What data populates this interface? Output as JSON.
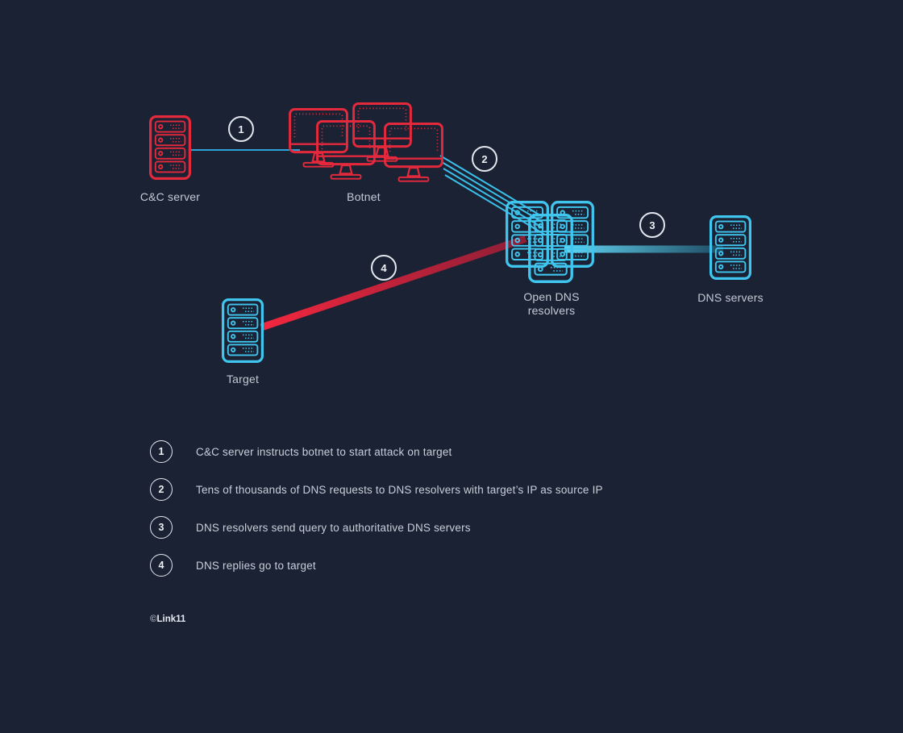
{
  "colors": {
    "background": "#1a2234",
    "red_accent": "#e5293c",
    "cyan_accent": "#3fc5ee",
    "badge_stroke": "#e3e7ed",
    "label_text": "#c4cad4"
  },
  "icons": {
    "server": "server-rack-icon",
    "monitor": "desktop-monitor-icon"
  },
  "nodes": {
    "cnc": {
      "label": "C&C server"
    },
    "botnet": {
      "label": "Botnet"
    },
    "resolvers": {
      "label": "Open DNS resolvers"
    },
    "dns": {
      "label": "DNS servers"
    },
    "target": {
      "label": "Target"
    }
  },
  "badges": [
    "1",
    "2",
    "3",
    "4"
  ],
  "legend": [
    {
      "num": "1",
      "text": "C&C server instructs botnet to start attack on target"
    },
    {
      "num": "2",
      "text": "Tens of thousands of DNS requests to DNS resolvers with target’s IP as source IP"
    },
    {
      "num": "3",
      "text": "DNS resolvers send query to authoritative DNS servers"
    },
    {
      "num": "4",
      "text": "DNS replies go to target"
    }
  ],
  "footer": {
    "symbol": "©",
    "brand": "Link11"
  }
}
